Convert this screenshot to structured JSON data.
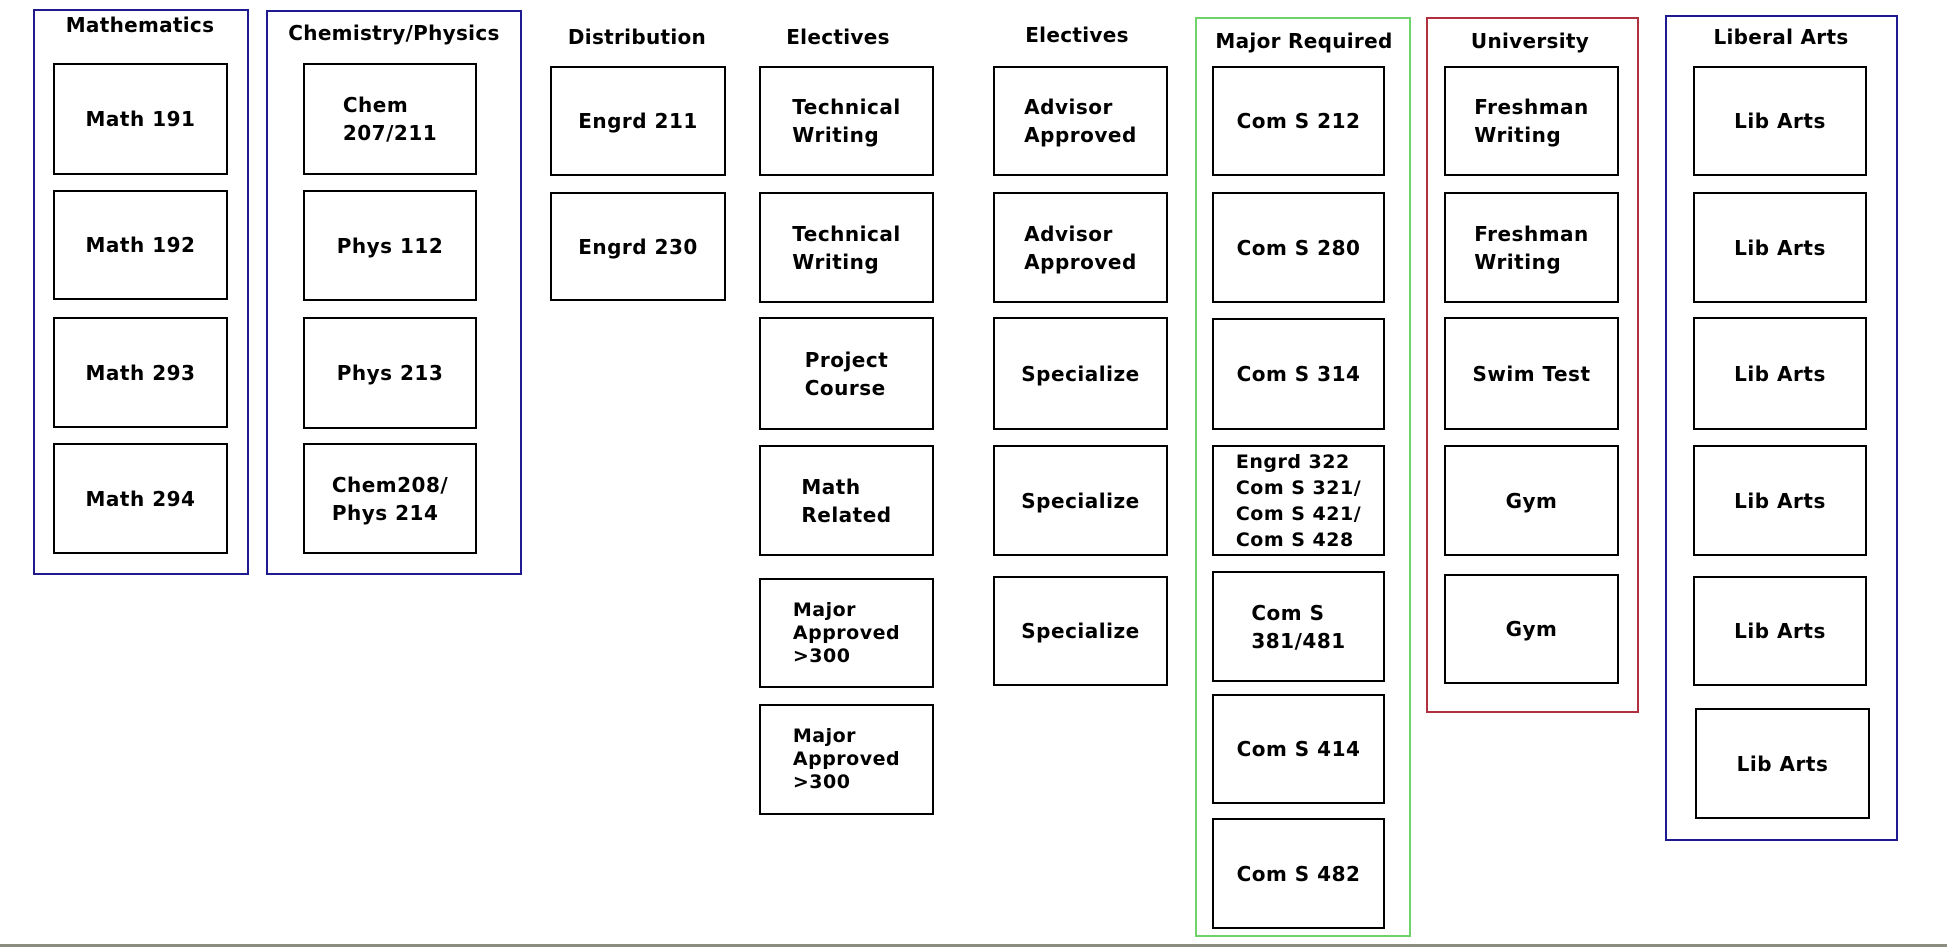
{
  "columns": [
    {
      "id": "mathematics",
      "header": "Mathematics",
      "border_color": "#1f1a8f",
      "courses": [
        "Math 191",
        "Math 192",
        "Math 293",
        "Math 294"
      ]
    },
    {
      "id": "chemistry-physics",
      "header": "Chemistry/Physics",
      "border_color": "#1f1a8f",
      "courses": [
        "Chem\n207/211",
        "Phys 112",
        "Phys 213",
        "Chem208/\nPhys 214"
      ]
    },
    {
      "id": "distribution",
      "header": "Distribution",
      "border_color": null,
      "courses": [
        "Engrd 211",
        "Engrd 230"
      ]
    },
    {
      "id": "electives-1",
      "header": "Electives",
      "border_color": null,
      "courses": [
        "Technical\nWriting",
        "Technical\nWriting",
        "Project\nCourse",
        "Math\nRelated",
        "Major\nApproved\n>300",
        "Major\nApproved\n>300"
      ]
    },
    {
      "id": "electives-2",
      "header": "Electives",
      "border_color": null,
      "courses": [
        "Advisor\nApproved",
        "Advisor\nApproved",
        "Specialize",
        "Specialize",
        "Specialize"
      ]
    },
    {
      "id": "major-required",
      "header": "Major Required",
      "border_color": "#6ed46a",
      "courses": [
        "Com S 212",
        "Com S 280",
        "Com S 314",
        "Engrd 322\nCom S 321/\nCom S 421/\nCom S 428",
        "Com S\n381/481",
        "Com S 414",
        "Com S 482"
      ]
    },
    {
      "id": "university",
      "header": "University",
      "border_color": "#b03040",
      "courses": [
        "Freshman\nWriting",
        "Freshman\nWriting",
        "Swim Test",
        "Gym",
        "Gym"
      ]
    },
    {
      "id": "liberal-arts",
      "header": "Liberal Arts",
      "border_color": "#1f1a8f",
      "courses": [
        "Lib Arts",
        "Lib Arts",
        "Lib Arts",
        "Lib Arts",
        "Lib Arts",
        "Lib Arts"
      ]
    }
  ]
}
